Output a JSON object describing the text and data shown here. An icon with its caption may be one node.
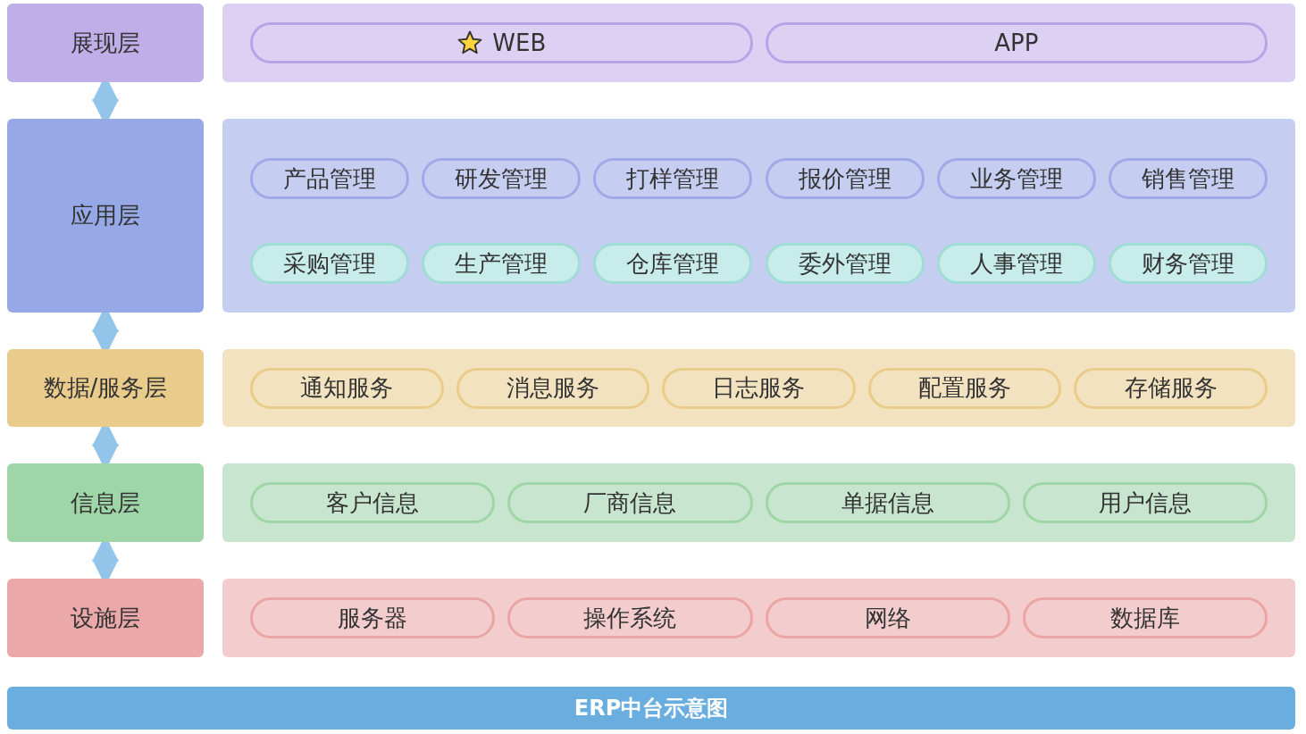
{
  "diagram": {
    "nodes": [
      {
        "text": [
          "展现层"
        ]
      },
      {
        "text": [],
        "shape": "box"
      },
      {
        "text": [
          "WEB"
        ],
        "in": 1
      },
      {
        "text": [
          "APP"
        ],
        "in": 1
      },
      {
        "text": [
          "应用层"
        ]
      },
      {
        "text": [],
        "shape": "box"
      },
      {
        "text": [
          "产品管理"
        ],
        "in": 5
      },
      {
        "text": [
          "研发管理"
        ],
        "in": 5
      },
      {
        "text": [
          "打样管理"
        ],
        "in": 5
      },
      {
        "text": [
          "报价管理"
        ],
        "in": 5
      },
      {
        "text": [
          "业务管理"
        ],
        "in": 5
      },
      {
        "text": [
          "销售管理"
        ],
        "in": 5
      },
      {
        "text": [
          "采购管理"
        ],
        "in": 5
      },
      {
        "text": [
          "生产管理"
        ],
        "in": 5
      },
      {
        "text": [
          "仓库管理"
        ],
        "in": 5
      },
      {
        "text": [
          "委外管理"
        ],
        "in": 5
      },
      {
        "text": [
          "人事管理"
        ],
        "in": 5
      },
      {
        "text": [
          "财务管理"
        ],
        "in": 5
      },
      {
        "text": [
          "数据/服务层"
        ]
      },
      {
        "text": [],
        "shape": "box"
      },
      {
        "text": [
          "通知服务"
        ],
        "in": 19
      },
      {
        "text": [
          "消息服务"
        ],
        "in": 19
      },
      {
        "text": [
          "日志服务"
        ],
        "in": 19
      },
      {
        "text": [
          "配置服务"
        ],
        "in": 19
      },
      {
        "text": [
          "存储服务"
        ],
        "in": 19
      },
      {
        "text": [
          "信息层"
        ]
      },
      {
        "text": [],
        "shape": "box"
      },
      {
        "text": [
          "客户信息"
        ],
        "in": 26
      },
      {
        "text": [
          "厂商信息"
        ],
        "in": 26
      },
      {
        "text": [
          "单据信息"
        ],
        "in": 26
      },
      {
        "text": [
          "用户信息"
        ],
        "in": 26
      },
      {
        "text": [
          "设施层"
        ]
      },
      {
        "text": [],
        "shape": "box"
      },
      {
        "text": [
          "服务器"
        ],
        "in": 32
      },
      {
        "text": [
          "操作系统"
        ],
        "in": 32
      },
      {
        "text": [
          "网络"
        ],
        "in": 32
      },
      {
        "text": [
          "数据库"
        ],
        "in": 32
      },
      {
        "text": [
          "ERP中台示意图"
        ]
      }
    ],
    "edges": [
      {
        "from": 0,
        "to": 4,
        "arrow": "both"
      },
      {
        "from": 4,
        "to": 18,
        "arrow": "both"
      },
      {
        "from": 18,
        "to": 25,
        "arrow": "both"
      },
      {
        "from": 25,
        "to": 31,
        "arrow": "both"
      }
    ]
  }
}
